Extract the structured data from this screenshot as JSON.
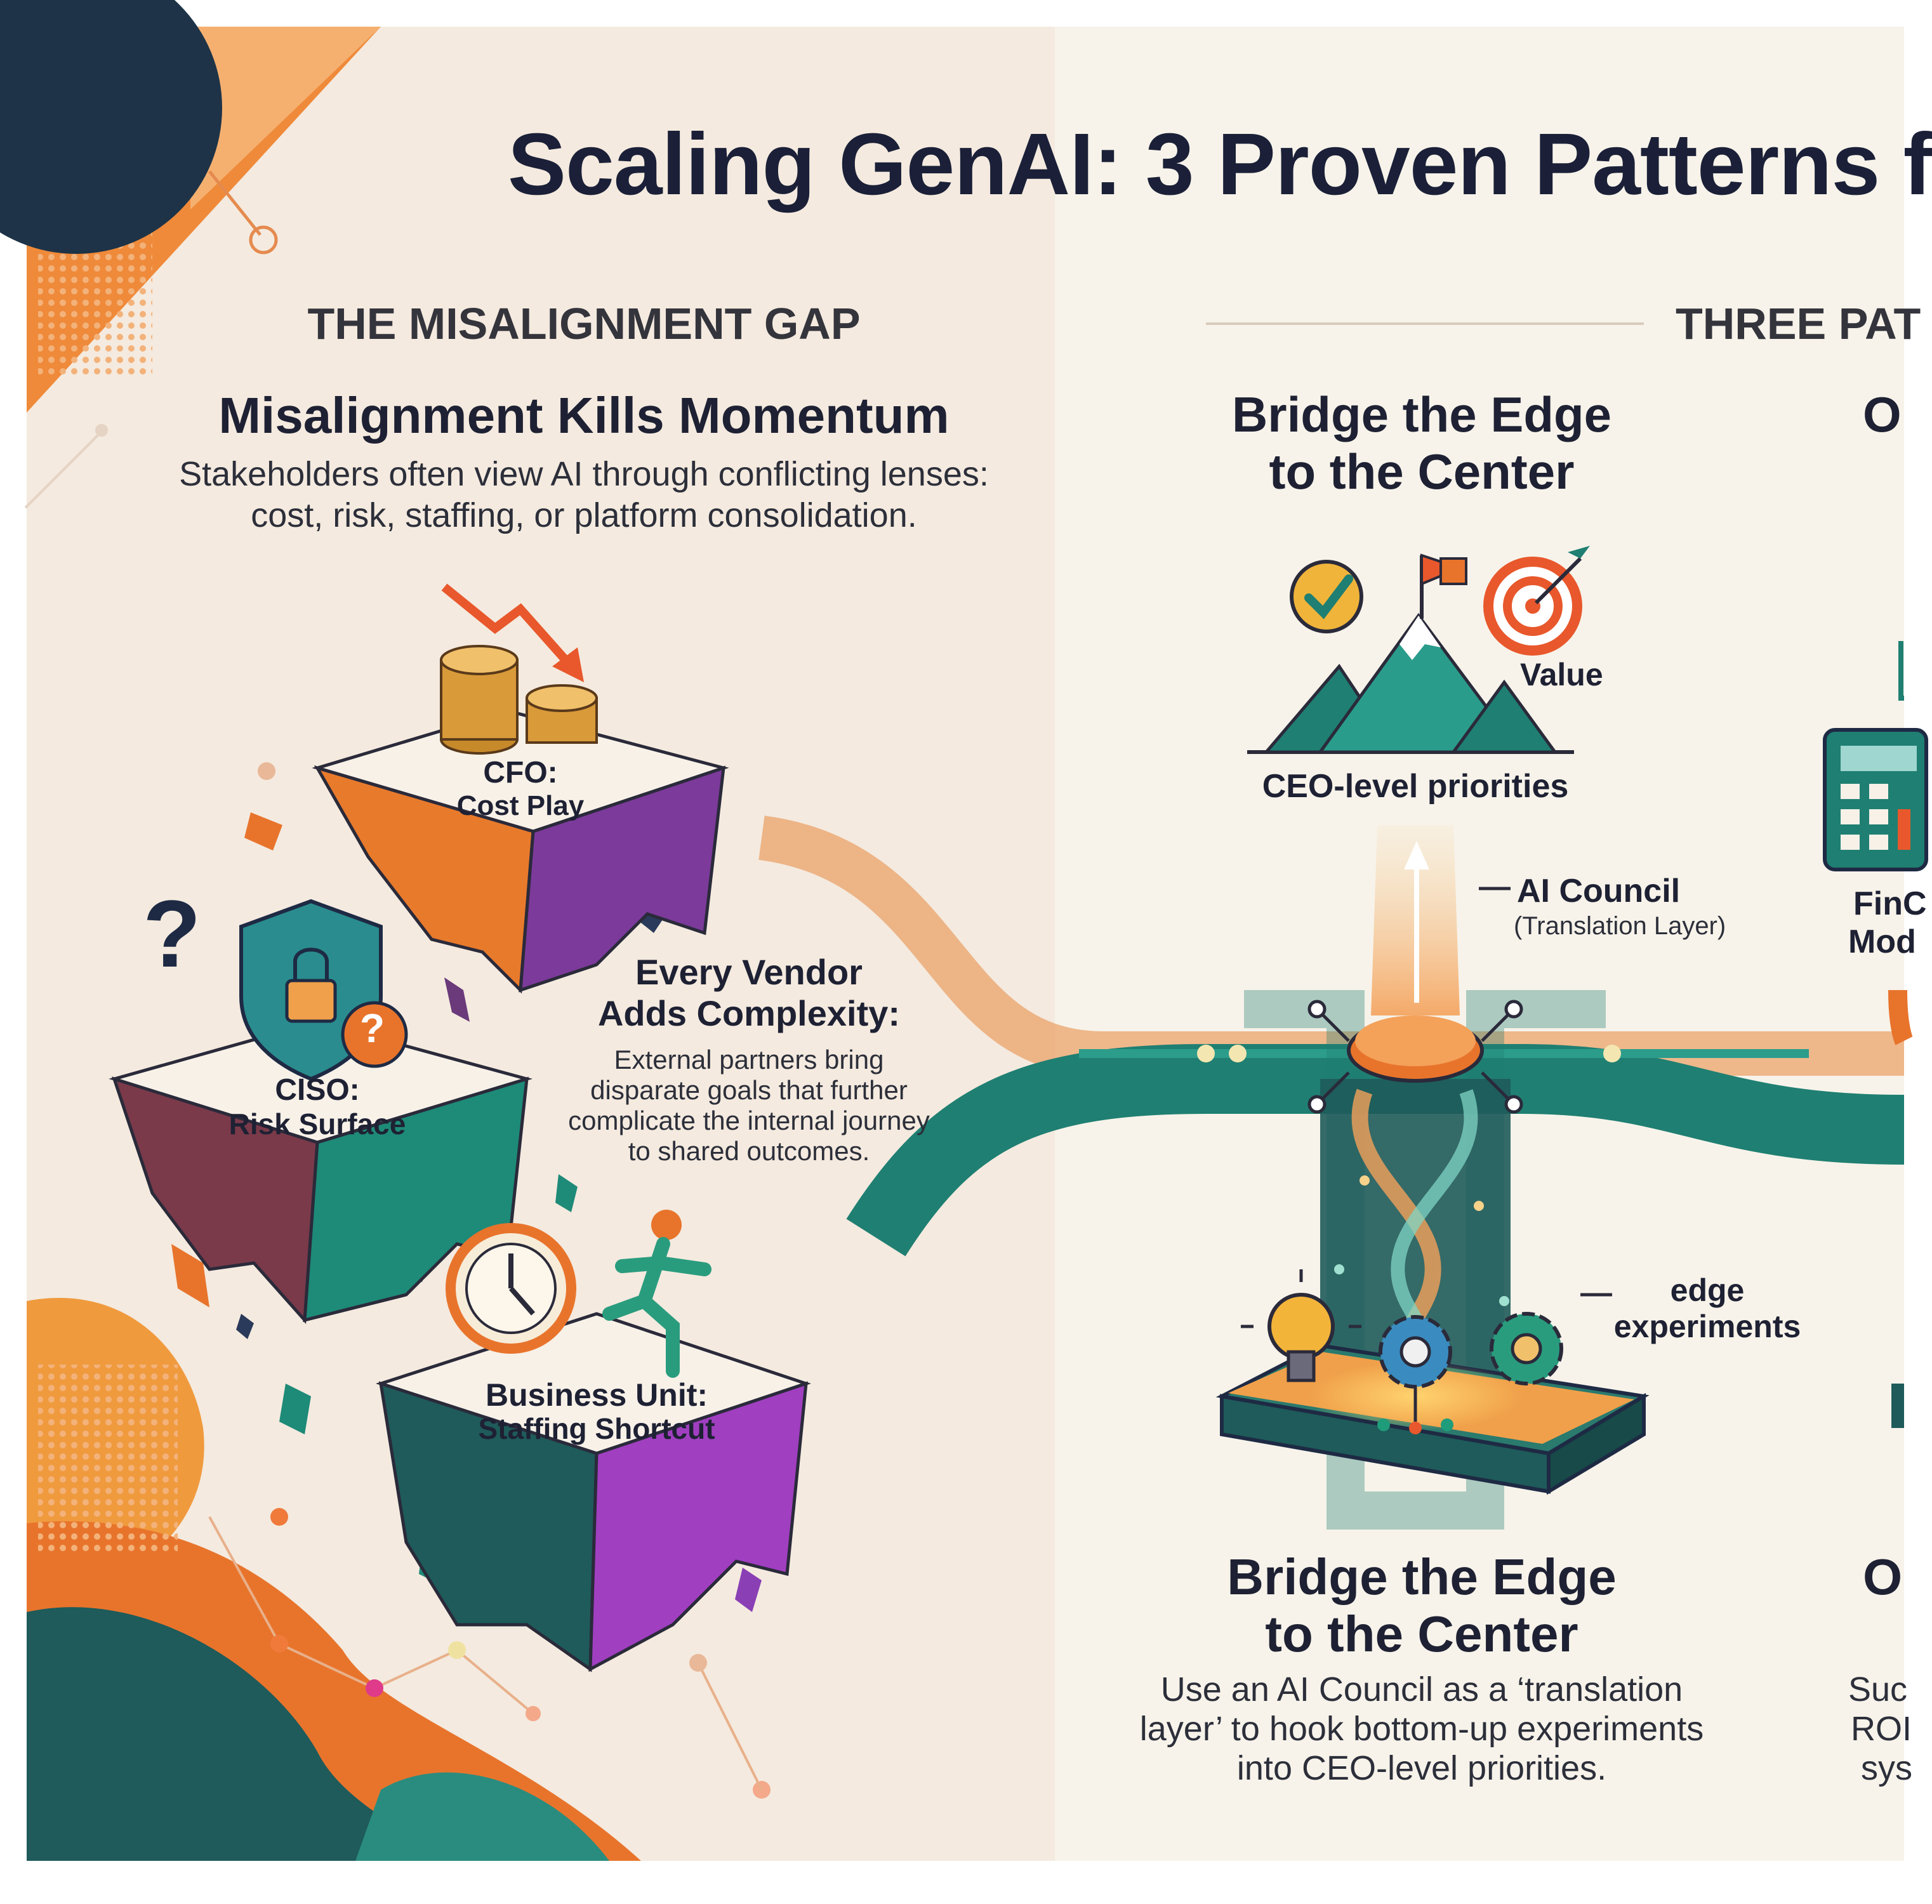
{
  "title": "Scaling GenAI: 3 Proven Patterns f",
  "left_panel": {
    "section_label": "THE MISALIGNMENT GAP",
    "heading": "Misalignment Kills Momentum",
    "description_line1": "Stakeholders often view AI through conflicting lenses:",
    "description_line2": "cost, risk, staffing, or platform consolidation.",
    "stakeholders": [
      {
        "role": "CFO:",
        "lens": "Cost Play",
        "icon": "coins-down-arrow-icon"
      },
      {
        "role": "CISO:",
        "lens": "Risk Surface",
        "icon": "shield-lock-icon"
      },
      {
        "role": "Business Unit:",
        "lens": "Staffing Shortcut",
        "icon": "clock-runner-icon"
      }
    ],
    "vendor": {
      "heading_line1": "Every Vendor",
      "heading_line2": "Adds Complexity:",
      "body_lines": [
        "External partners bring",
        "disparate goals that further",
        "complicate the internal journey",
        "to shared outcomes."
      ]
    },
    "question_mark": "?"
  },
  "right_panel": {
    "section_label": "THREE PAT",
    "pattern1": {
      "top_heading_line1": "Bridge the Edge",
      "top_heading_line2": "to the Center",
      "value_label": "Value",
      "ceo_label": "CEO-level priorities",
      "council_label": "AI Council",
      "council_sub": "(Translation Layer)",
      "edge_label_line1": "edge",
      "edge_label_line2": "experiments",
      "bottom_heading_line1": "Bridge the Edge",
      "bottom_heading_line2": "to the Center",
      "body_lines": [
        "Use an AI Council as a ‘translation",
        "layer’ to hook bottom-up experiments",
        "into CEO-level priorities."
      ]
    },
    "pattern2_partial": {
      "top_heading": "O",
      "fin_line1": "FinC",
      "fin_line2": "Mod",
      "bottom_heading": "O",
      "body_lines": [
        "Suc",
        "ROI",
        "sys"
      ]
    }
  },
  "colors": {
    "navy": "#1e2a44",
    "orange": "#e8742c",
    "teal": "#1f7f72",
    "purple": "#8a3fb5",
    "cream_left": "#f4eadf",
    "cream_right": "#f7f3ea"
  }
}
